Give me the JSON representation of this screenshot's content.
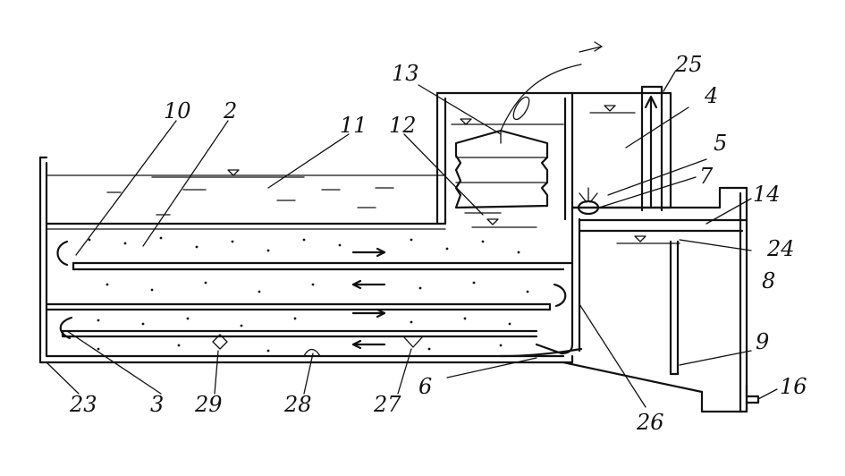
{
  "labels": {
    "l2": "2",
    "l3": "3",
    "l4": "4",
    "l5": "5",
    "l6": "6",
    "l7": "7",
    "l8": "8",
    "l9": "9",
    "l10": "10",
    "l11": "11",
    "l12": "12",
    "l13": "13",
    "l14": "14",
    "l16": "16",
    "l23": "23",
    "l24": "24",
    "l25": "25",
    "l26": "26",
    "l27": "27",
    "l28": "28",
    "l29": "29"
  }
}
